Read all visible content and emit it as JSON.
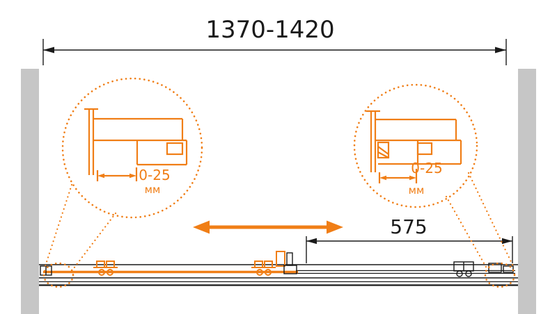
{
  "colors": {
    "accent_orange": "#F07E16",
    "wall_gray": "#C6C6C6",
    "line_black": "#1A1A1A"
  },
  "diagram": {
    "top_dimension_label": "1370-1420",
    "panel_dimension_label": "575",
    "left_detail": {
      "adjustment_label": "0-25",
      "unit_label": "мм"
    },
    "right_detail": {
      "adjustment_label": "0-25",
      "unit_label": "мм"
    }
  }
}
